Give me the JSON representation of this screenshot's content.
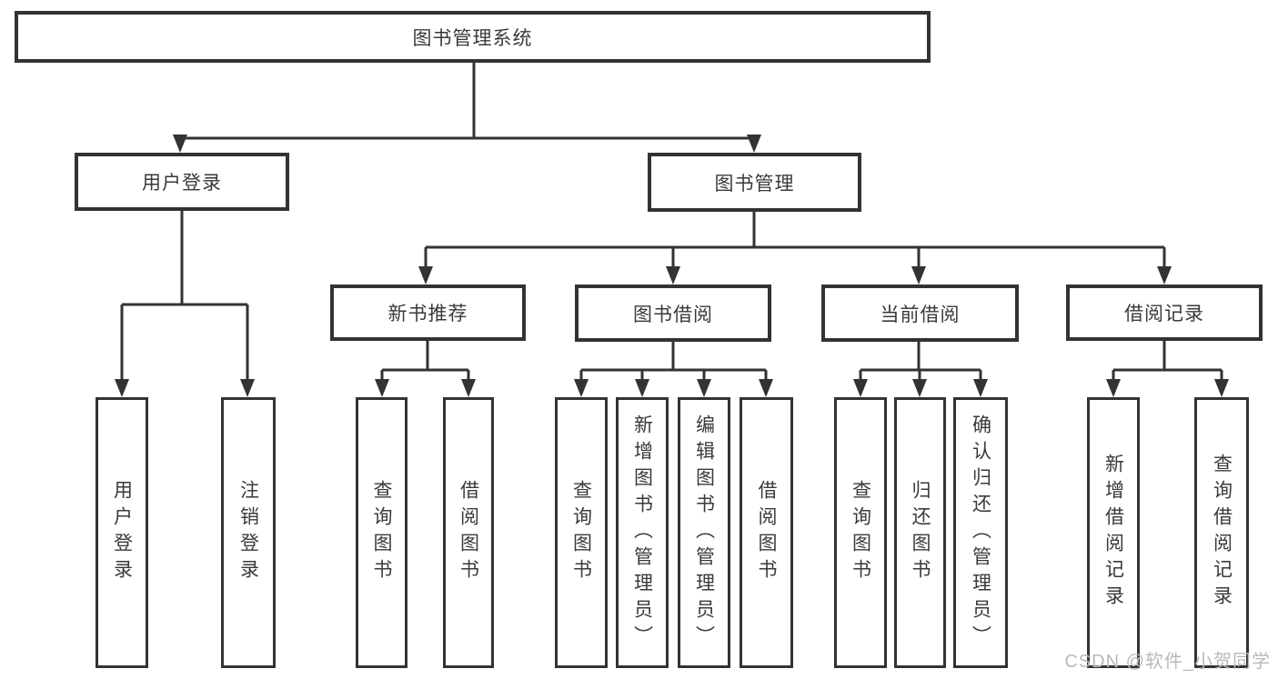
{
  "diagram_type": "hierarchy-tree",
  "tree": {
    "label": "图书管理系统",
    "children": [
      {
        "label": "用户登录",
        "children": [
          {
            "label": "用户登录"
          },
          {
            "label": "注销登录"
          }
        ]
      },
      {
        "label": "图书管理",
        "children": [
          {
            "label": "新书推荐",
            "children": [
              {
                "label": "查询图书"
              },
              {
                "label": "借阅图书"
              }
            ]
          },
          {
            "label": "图书借阅",
            "children": [
              {
                "label": "查询图书"
              },
              {
                "label": "新增图书（管理员）"
              },
              {
                "label": "编辑图书（管理员）"
              },
              {
                "label": "借阅图书"
              }
            ]
          },
          {
            "label": "当前借阅",
            "children": [
              {
                "label": "查询图书"
              },
              {
                "label": "归还图书"
              },
              {
                "label": "确认归还（管理员）"
              }
            ]
          },
          {
            "label": "借阅记录",
            "children": [
              {
                "label": "新增借阅记录"
              },
              {
                "label": "查询借阅记录"
              }
            ]
          }
        ]
      }
    ]
  },
  "watermark": {
    "text": "CSDN @软件_小贺同学"
  },
  "colors": {
    "line": "#333333",
    "box_border": "#333333",
    "text": "#3a3a3a",
    "watermark": "#b9b9b9",
    "background": "#ffffff"
  }
}
